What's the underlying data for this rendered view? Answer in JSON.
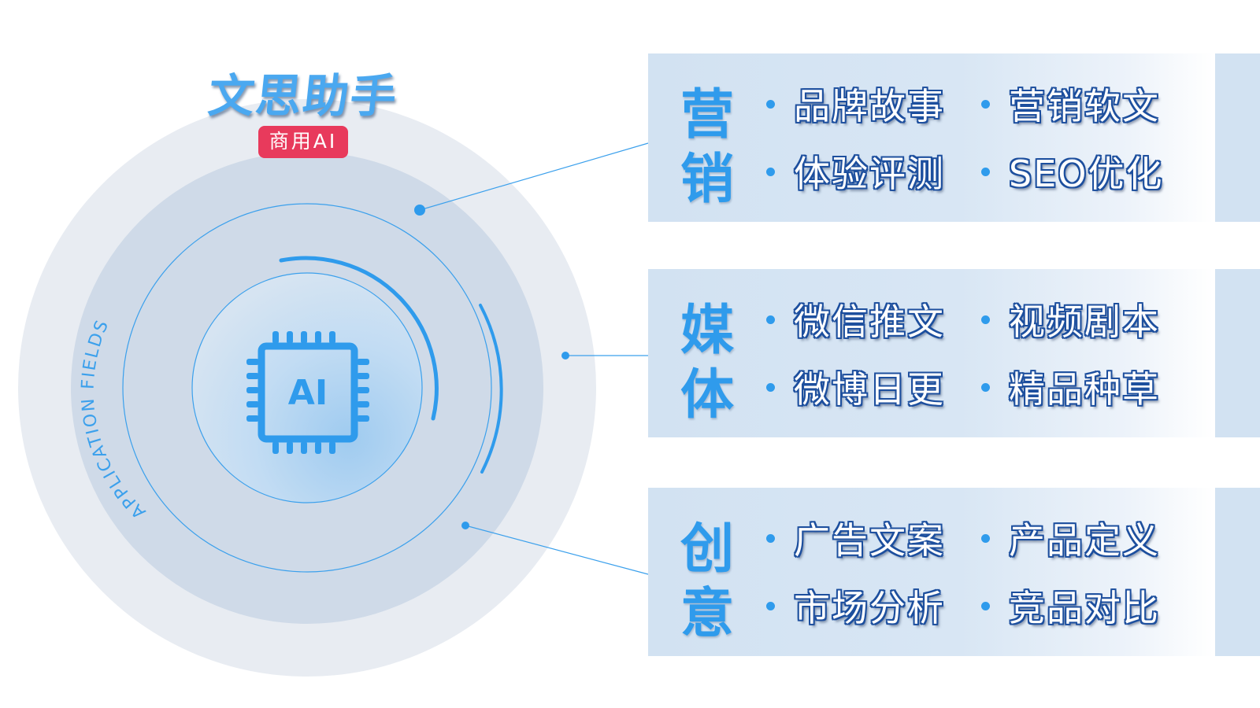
{
  "brand": {
    "title": "文思助手",
    "badge": "商用AI"
  },
  "hub": {
    "chip_label": "AI",
    "ring_caption": "APPLICATION FIELDS",
    "chip_icon": "ai-chip-icon"
  },
  "categories": [
    {
      "title": "营销",
      "items": [
        "品牌故事",
        "营销软文",
        "体验评测",
        "SEO优化"
      ]
    },
    {
      "title": "媒体",
      "items": [
        "微信推文",
        "视频剧本",
        "微博日更",
        "精品种草"
      ]
    },
    {
      "title": "创意",
      "items": [
        "广告文案",
        "产品定义",
        "市场分析",
        "竞品对比"
      ]
    }
  ],
  "colors": {
    "accent": "#2f9bec",
    "badge": "#e83a5c",
    "panel": "#d2e2f2",
    "ring_outer": "#e8ecf2",
    "ring_mid": "#cfdae8"
  }
}
